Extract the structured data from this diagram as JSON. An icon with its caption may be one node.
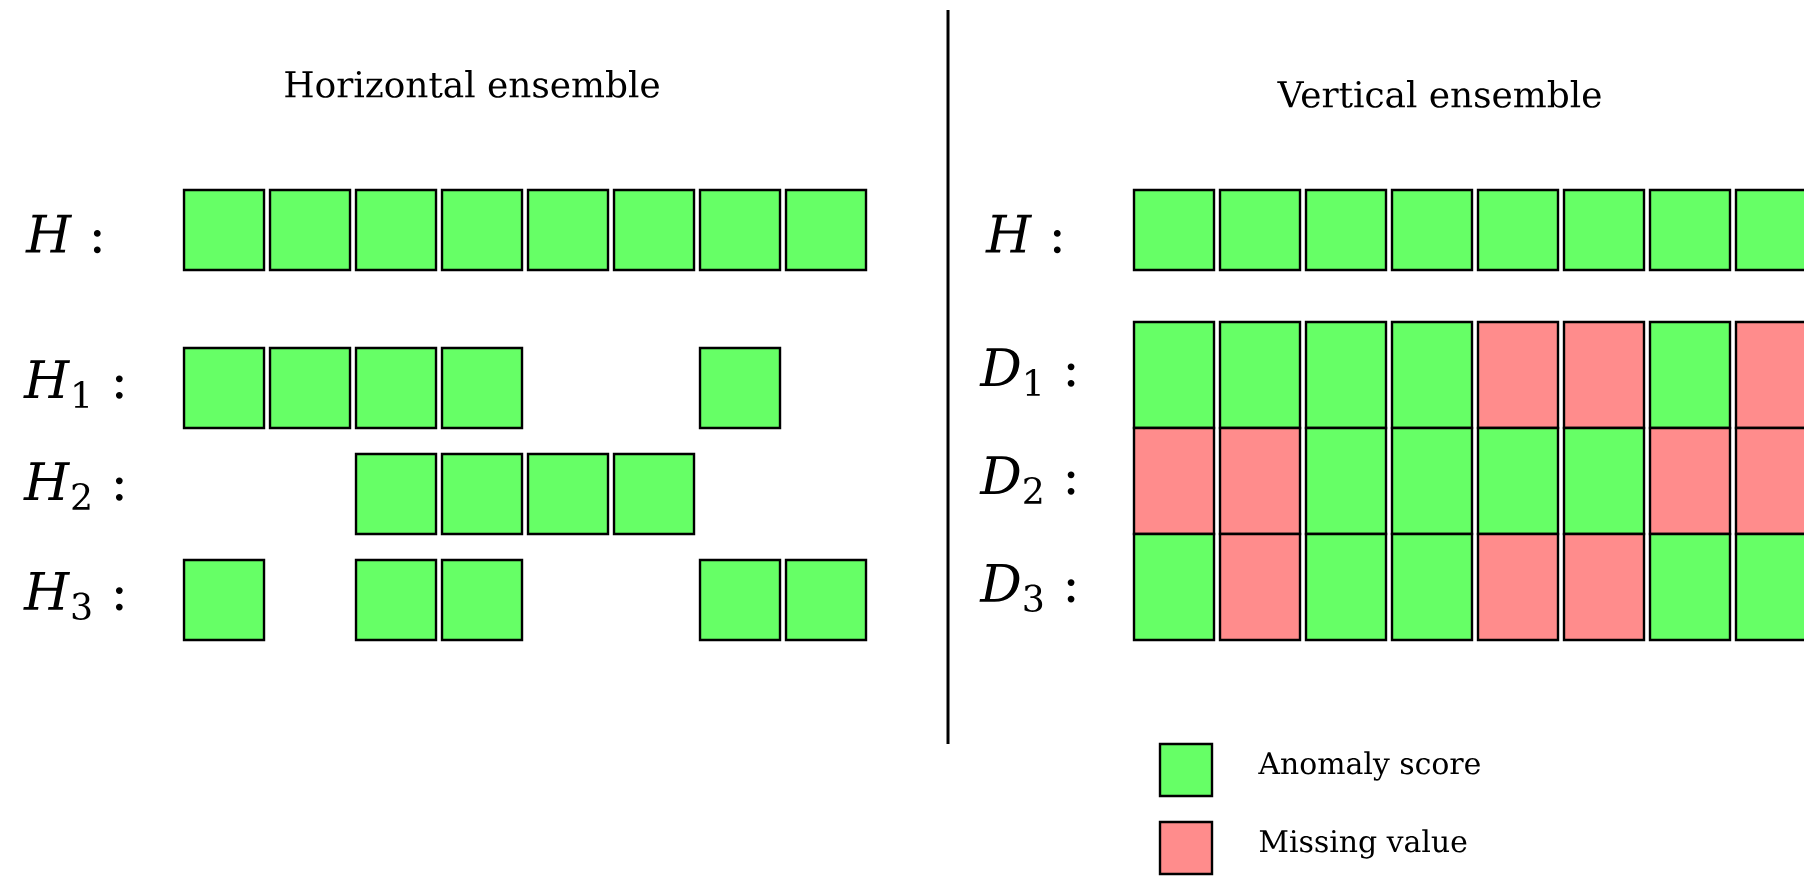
{
  "diagram": {
    "labels": [
      "Horizontal ensemble",
      "Vertical ensemble",
      "*H* :",
      "*H*$_{1}$ :",
      "*H*$_{2}$ :",
      "*H*$_{3}$ :",
      "*H* :",
      "*D*$_{1}$ :",
      "*D*$_{2}$ :",
      "*D*$_{3}$ :"
    ],
    "legend": [
      {
        "text": "Anomaly score",
        "color": "#66ff66"
      },
      {
        "text": "Missing value",
        "color": "#ff8c8c"
      }
    ]
  }
}
